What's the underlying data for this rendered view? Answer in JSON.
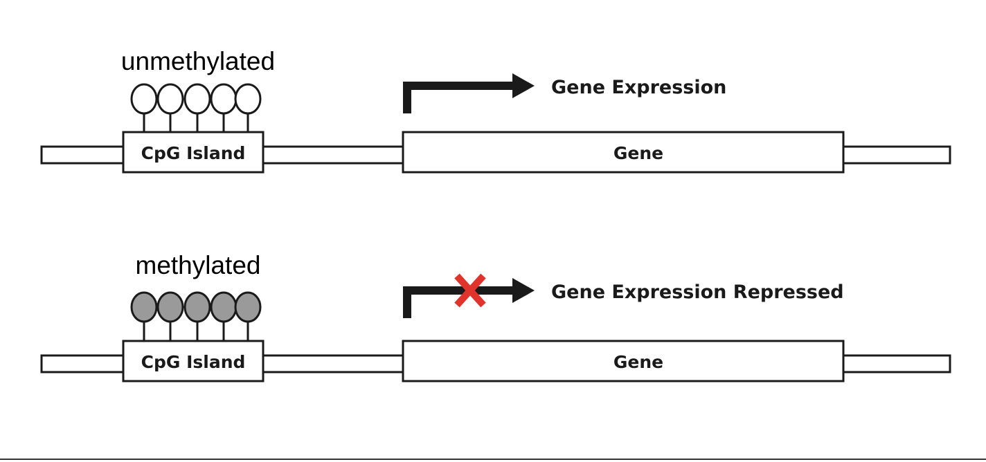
{
  "top_panel": {
    "state_label": "unmethylated",
    "island_label": "CpG Island",
    "gene_label": "Gene",
    "expression_label": "Gene Expression",
    "lollipop_count": 5,
    "lollipop_fill": "#ffffff"
  },
  "bottom_panel": {
    "state_label": "methylated",
    "island_label": "CpG Island",
    "gene_label": "Gene",
    "expression_label": "Gene Expression Repressed",
    "lollipop_count": 5,
    "lollipop_fill": "#9a9a9a",
    "block_mark_color": "#e0332b"
  },
  "colors": {
    "stroke": "#1a1a1a",
    "arrow": "#1a1a1a",
    "background": "#ffffff",
    "bottom_border": "#333333"
  }
}
